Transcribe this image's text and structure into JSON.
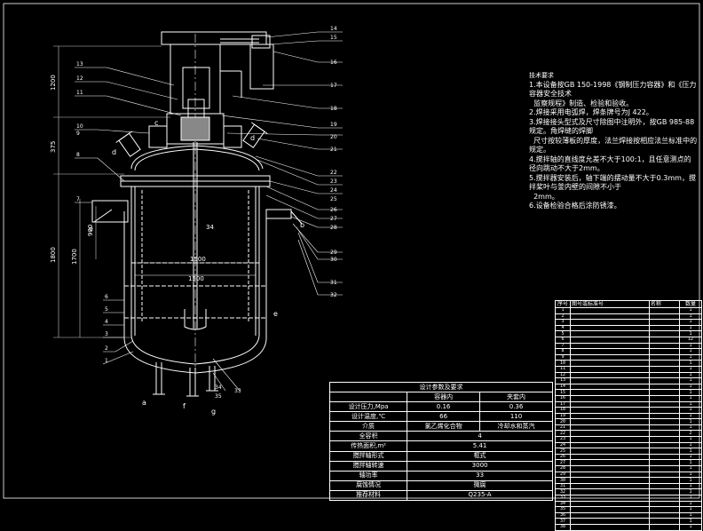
{
  "colors": {
    "background": "#000000",
    "lines": "#ffffff",
    "dimension": "#d0d0d0",
    "highlight": "#77ffff"
  },
  "dimensions": {
    "d1200": "1200",
    "d375": "375",
    "d1800": "1800",
    "d1700": "1700",
    "d900": "900",
    "d34": "34",
    "d1500a": "1500",
    "d1500b": "1500"
  },
  "letter_labels": {
    "c": "c",
    "d": "d",
    "e": "e",
    "f": "f",
    "g": "g",
    "a": "a",
    "b": "b",
    "dd": "d",
    "ee": "e"
  },
  "callouts_left": [
    "13",
    "12",
    "11",
    "10",
    "9",
    "8",
    "7",
    "6",
    "5",
    "4",
    "3",
    "2",
    "1"
  ],
  "callouts_right": [
    "14",
    "15",
    "16",
    "17",
    "18",
    "19",
    "20",
    "21",
    "22",
    "23",
    "24",
    "25",
    "26",
    "27",
    "28",
    "29",
    "30",
    "31",
    "32",
    "33",
    "34",
    "35"
  ],
  "notes": {
    "title": "技术要求",
    "lines": [
      "1.本设备按GB 150-1998《钢制压力容器》和《压力容器安全技术",
      "  监察规程》制造、检验和验收。",
      "2.焊接采用电弧焊，焊条牌号为J 422。",
      "3.焊接接头型式及尺寸除图中注明外，按GB 985-88规定。角焊缝的焊脚",
      "  尺寸按较薄板的厚度，法兰焊接按相应法兰标准中的规定。",
      "4.搅拌轴的直线度允差不大于100:1，且任意测点的径向跳动不大于2mm。",
      "5.搅拌器安装后，轴下端的摆动量不大于0.3mm，搅拌桨叶与釜内壁的间隙不小于",
      "  2mm。",
      "6.设备检验合格后涂防锈漆。"
    ]
  },
  "params_table": {
    "title": "设计参数及要求",
    "col_headers": [
      "",
      "容器内",
      "夹套内"
    ],
    "rows": [
      [
        "设计压力,Mpa",
        "0.16",
        "0.36"
      ],
      [
        "设计温度,℃",
        "66",
        "110"
      ],
      [
        "介质",
        "氯乙烯化合物",
        "冷却水和蒸汽"
      ],
      [
        "全容积",
        "4",
        ""
      ],
      [
        "传热面积,m²",
        "5.41",
        ""
      ],
      [
        "搅拌轴形式",
        "框式",
        ""
      ],
      [
        "搅拌轴转速",
        "3000",
        ""
      ],
      [
        "轴功率",
        "33",
        ""
      ],
      [
        "腐蚀情况",
        "微腐",
        ""
      ],
      [
        "推荐材料",
        "Q235-A",
        ""
      ]
    ]
  },
  "bom": {
    "headers": [
      "序号",
      "图号或标准号",
      "名称",
      "数量"
    ],
    "rows": [
      [
        "1",
        "",
        "",
        "1"
      ],
      [
        "2",
        "",
        "",
        "1"
      ],
      [
        "3",
        "",
        "",
        "1"
      ],
      [
        "4",
        "",
        "",
        "1"
      ],
      [
        "5",
        "",
        "",
        "1"
      ],
      [
        "6",
        "",
        "",
        "12"
      ],
      [
        "7",
        "",
        "",
        "1"
      ],
      [
        "8",
        "",
        "",
        "1"
      ],
      [
        "9",
        "",
        "",
        "1"
      ],
      [
        "10",
        "",
        "",
        "1"
      ],
      [
        "11",
        "",
        "",
        "1"
      ],
      [
        "12",
        "",
        "",
        "1"
      ],
      [
        "13",
        "",
        "",
        "1"
      ],
      [
        "14",
        "",
        "",
        "1"
      ],
      [
        "15",
        "",
        "",
        "1"
      ],
      [
        "16",
        "",
        "",
        "1"
      ],
      [
        "17",
        "",
        "",
        "1"
      ],
      [
        "18",
        "",
        "",
        "1"
      ],
      [
        "19",
        "",
        "",
        "1"
      ],
      [
        "20",
        "",
        "",
        "1"
      ],
      [
        "21",
        "",
        "",
        "1"
      ],
      [
        "22",
        "",
        "",
        "2"
      ],
      [
        "23",
        "",
        "",
        "1"
      ],
      [
        "24",
        "",
        "",
        "1"
      ],
      [
        "25",
        "",
        "",
        "1"
      ],
      [
        "26",
        "",
        "",
        "1"
      ],
      [
        "27",
        "",
        "",
        "1"
      ],
      [
        "28",
        "",
        "",
        "1"
      ],
      [
        "29",
        "",
        "",
        "1"
      ],
      [
        "30",
        "",
        "",
        "1"
      ],
      [
        "31",
        "",
        "",
        "1"
      ],
      [
        "32",
        "",
        "",
        "1"
      ],
      [
        "33",
        "",
        "",
        "1"
      ],
      [
        "34",
        "",
        "",
        "1"
      ],
      [
        "35",
        "",
        "",
        "1"
      ],
      [
        "36",
        "",
        "",
        "1"
      ],
      [
        "37",
        "",
        "",
        "1"
      ],
      [
        "38",
        "",
        "",
        "1"
      ]
    ]
  }
}
